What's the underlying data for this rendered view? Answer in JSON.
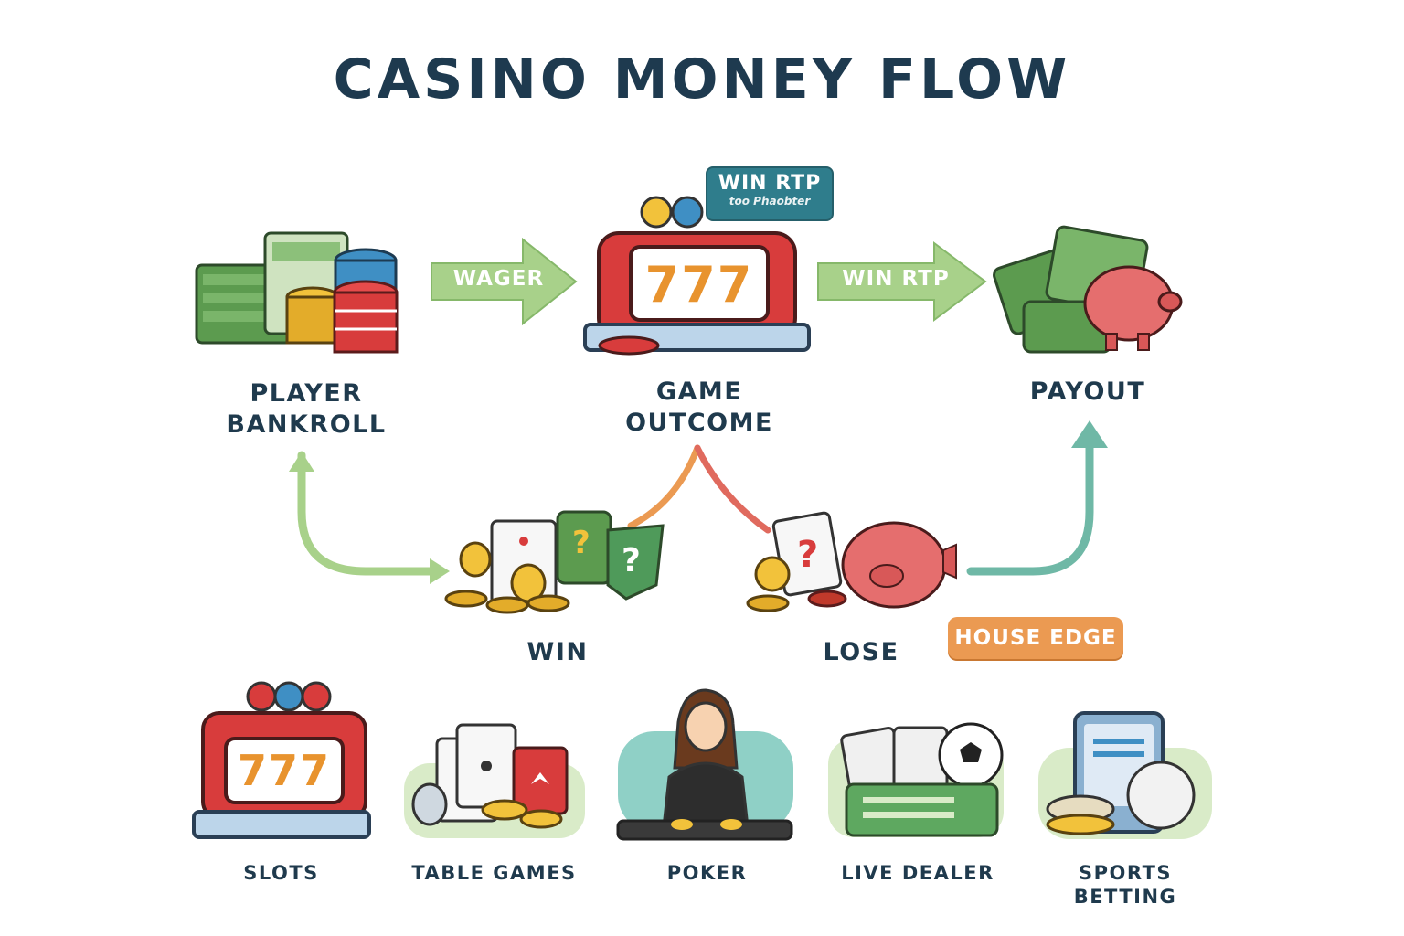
{
  "title": "CASINO MONEY FLOW",
  "flow": {
    "bankroll": {
      "line1": "PLAYER",
      "line2": "BANKROLL"
    },
    "outcome": {
      "line1": "GAME",
      "line2": "OUTCOME"
    },
    "payout": "PAYOUT",
    "win": "WIN",
    "lose": "LOSE",
    "wager_arrow": "WAGER",
    "rtp_arrow": "WIN RTP",
    "rtp_badge": {
      "main": "WIN RTP",
      "sub": "too Phaobter"
    },
    "house_edge": "HOUSE EDGE",
    "slot_reels": "777"
  },
  "games": [
    {
      "label": "SLOTS"
    },
    {
      "label": "TABLE GAMES"
    },
    {
      "label": "POKER"
    },
    {
      "label": "LIVE DEALER"
    },
    {
      "label": "SPORTS",
      "label2": "BETTING"
    }
  ],
  "colors": {
    "title": "#1e3a4f",
    "arrow_green": "#a8d18a",
    "arrow_teal": "#6fb8a6",
    "arrow_orange": "#eb9a52",
    "arrow_red": "#e06a5e",
    "badge_teal": "#2f7d8c"
  }
}
